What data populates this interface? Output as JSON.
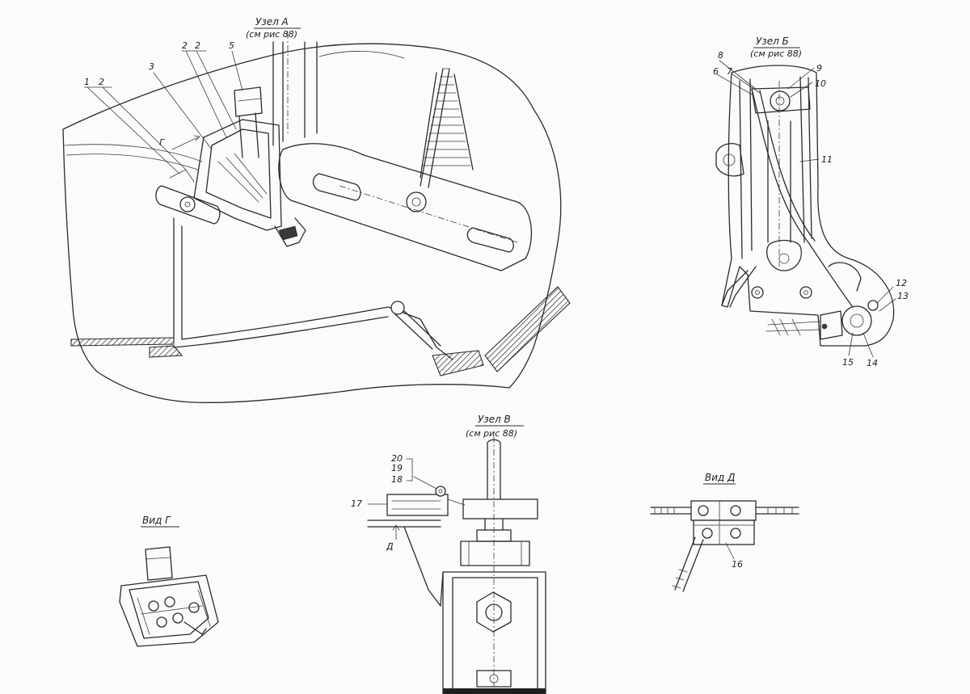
{
  "views": {
    "uzel_a": {
      "title": "Узел А",
      "ref": "(см рис 88)"
    },
    "uzel_b": {
      "title": "Узел Б",
      "ref": "(см рис 88)"
    },
    "uzel_v": {
      "title": "Узел В",
      "ref": "(см рис 88)"
    },
    "vid_g": {
      "title": "Вид Г"
    },
    "vid_d": {
      "title": "Вид Д"
    }
  },
  "markers": {
    "view_g_arrow": "Г",
    "view_d_arrow": "Д"
  },
  "callouts": {
    "a": [
      "1",
      "2",
      "3",
      "2",
      "2",
      "5"
    ],
    "b": [
      "8",
      "6",
      "7",
      "9",
      "10",
      "11",
      "12",
      "13",
      "15",
      "14"
    ],
    "v": [
      "20",
      "19",
      "18",
      "17"
    ],
    "d": [
      "16"
    ]
  }
}
